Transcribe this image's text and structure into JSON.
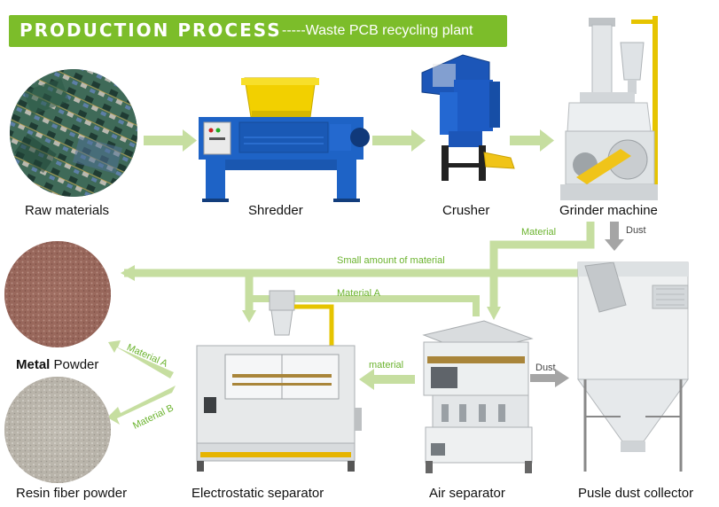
{
  "header": {
    "title": "PRODUCTION PROCESS",
    "subtitle": "-----Waste PCB recycling plant"
  },
  "stages": {
    "raw": "Raw materials",
    "shredder": "Shredder",
    "crusher": "Crusher",
    "grinder": "Grinder machine",
    "metal_bold": "Metal",
    "metal_rest": " Powder",
    "resin": "Resin fiber powder",
    "electrostatic": "Electrostatic separator",
    "air": "Air separator",
    "collector": "Pusle dust collector"
  },
  "flows": {
    "material": "Material",
    "dust_top": "Dust",
    "small_amount": "Small amount of material",
    "material_a_mid": "Material A",
    "material_lower": "material",
    "dust_lower": "Dust",
    "material_a_diag": "Material A",
    "material_b_diag": "Material B"
  },
  "colors": {
    "banner": "#7cbd2a",
    "arrow": "#c6dea0",
    "flow_text": "#6bb32e",
    "dust_arrow": "#a5a5a5"
  }
}
